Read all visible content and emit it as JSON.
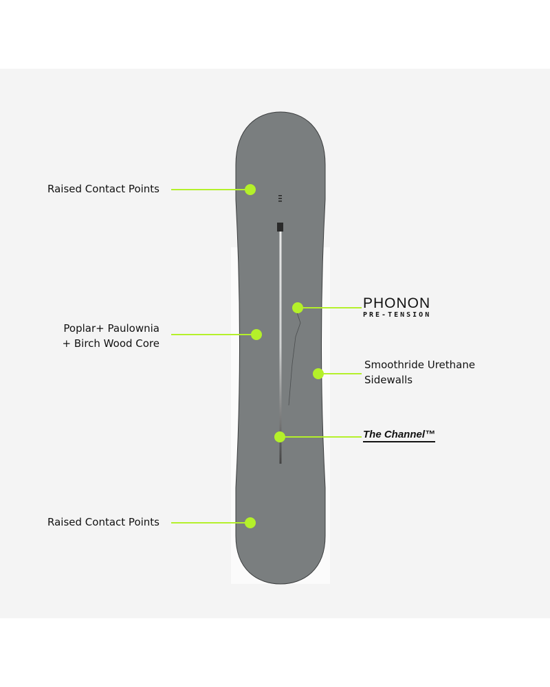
{
  "colors": {
    "accent": "#b4f02a",
    "board": "#7a7e7f",
    "background": "#f4f4f4"
  },
  "callouts": {
    "top_contact": "Raised Contact Points",
    "core_line1": "Poplar+ Paulownia",
    "core_line2": "+ Birch Wood Core",
    "phonon_logo": "PHONON",
    "phonon_sub": "PRE-TENSION",
    "sidewalls_line1": "Smoothride Urethane",
    "sidewalls_line2": "Sidewalls",
    "channel": "The Channel™",
    "bottom_contact": "Raised Contact Points"
  }
}
